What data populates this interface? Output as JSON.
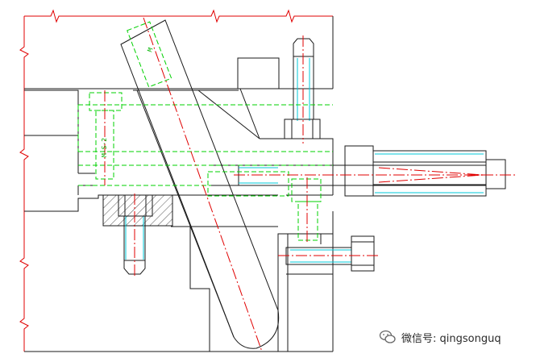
{
  "drawing": {
    "annotations": {
      "slot_label": "M",
      "screw_label": "M·S·2"
    },
    "colors": {
      "outline": "#1a1a1a",
      "centerline": "#e00000",
      "hidden": "#00d000",
      "hatch": "#555555",
      "cyan": "#00c8d8"
    }
  },
  "watermark": {
    "icon": "wechat-icon",
    "text": "微信号: qingsonguq"
  }
}
